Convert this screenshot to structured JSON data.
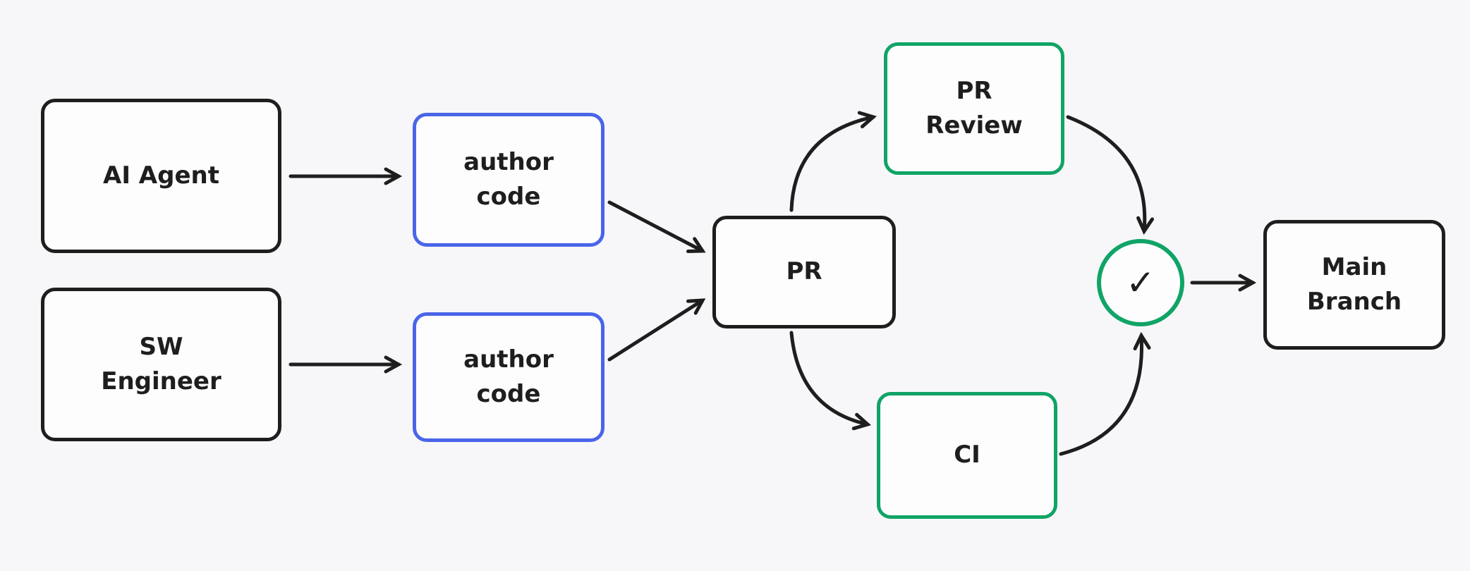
{
  "diagram": {
    "type": "flowchart",
    "colors": {
      "background": "#f7f7fa",
      "stroke_default": "#1e1e1e",
      "stroke_blue": "#4a65e8",
      "stroke_green": "#10a466",
      "node_fill": "#fdfdfe",
      "arrow": "#1e1e1e"
    },
    "nodes": {
      "ai_agent": {
        "label": "AI Agent",
        "lines": [
          "AI Agent"
        ]
      },
      "sw_engineer": {
        "label": "SW Engineer",
        "lines": [
          "SW",
          "Engineer"
        ]
      },
      "author_code_top": {
        "label": "author code",
        "lines": [
          "author",
          "code"
        ]
      },
      "author_code_bottom": {
        "label": "author code",
        "lines": [
          "author",
          "code"
        ]
      },
      "pr": {
        "label": "PR",
        "lines": [
          "PR"
        ]
      },
      "pr_review": {
        "label": "PR Review",
        "lines": [
          "PR",
          "Review"
        ]
      },
      "ci": {
        "label": "CI",
        "lines": [
          "CI"
        ]
      },
      "approval_check": {
        "symbol": "✓"
      },
      "main_branch": {
        "label": "Main Branch",
        "lines": [
          "Main",
          "Branch"
        ]
      }
    },
    "edges": [
      {
        "from": "ai_agent",
        "to": "author_code_top"
      },
      {
        "from": "sw_engineer",
        "to": "author_code_bottom"
      },
      {
        "from": "author_code_top",
        "to": "pr"
      },
      {
        "from": "author_code_bottom",
        "to": "pr"
      },
      {
        "from": "pr",
        "to": "pr_review"
      },
      {
        "from": "pr",
        "to": "ci"
      },
      {
        "from": "pr_review",
        "to": "approval_check"
      },
      {
        "from": "ci",
        "to": "approval_check"
      },
      {
        "from": "approval_check",
        "to": "main_branch"
      }
    ]
  }
}
